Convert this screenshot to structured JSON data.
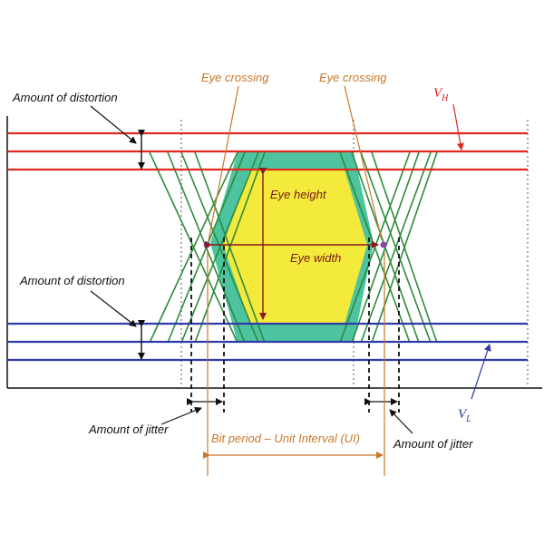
{
  "labels": {
    "eye_crossing_left": "Eye crossing",
    "eye_crossing_right": "Eye crossing",
    "vh_main": "V",
    "vh_sub": "H",
    "vl_main": "V",
    "vl_sub": "L",
    "distortion_top": "Amount of distortion",
    "distortion_bottom": "Amount of distortion",
    "eye_height": "Eye height",
    "eye_width": "Eye width",
    "jitter_left": "Amount of jitter",
    "jitter_right": "Amount of jitter",
    "bit_period": "Bit period – Unit Interval (UI)"
  },
  "colors": {
    "high_level": "#e0281e",
    "low_level": "#2e3ba8",
    "transitions": "#2e8b3a",
    "eye_outer": "#4dc3a0",
    "eye_inner": "#f4ea3c",
    "dimension": "#8b1a1a",
    "annotation_orange": "#c8782a"
  }
}
